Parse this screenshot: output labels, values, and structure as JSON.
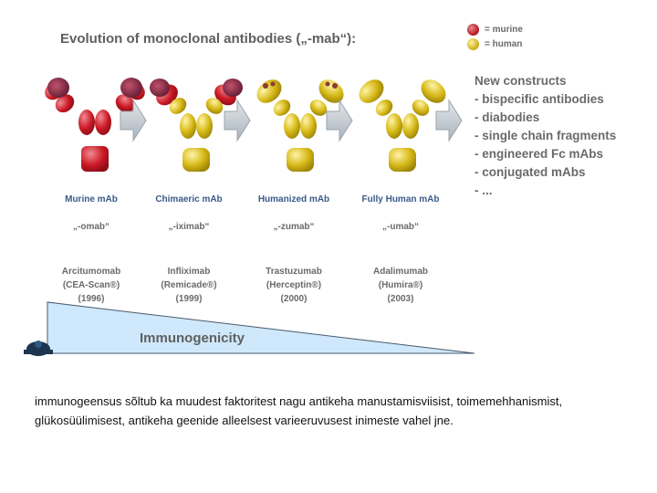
{
  "title": "Evolution of monoclonal antibodies („-mab“):",
  "legend": [
    {
      "label": "= murine",
      "color": "#c0131f"
    },
    {
      "label": "= human",
      "color": "#d4b515"
    }
  ],
  "columns": [
    {
      "name": "Murine mAb",
      "suffix": "„-omab“",
      "drug": "Arcitumomab",
      "brand": "(CEA-Scan®)",
      "year": "(1996)",
      "type": "murine"
    },
    {
      "name": "Chimaeric mAb",
      "suffix": "„-iximab“",
      "drug": "Infliximab",
      "brand": "(Remicade®)",
      "year": "(1999)",
      "type": "chimaeric"
    },
    {
      "name": "Humanized mAb",
      "suffix": "„-zumab“",
      "drug": "Trastuzumab",
      "brand": "(Herceptin®)",
      "year": "(2000)",
      "type": "humanized"
    },
    {
      "name": "Fully Human mAb",
      "suffix": "„-umab“",
      "drug": "Adalimumab",
      "brand": "(Humira®)",
      "year": "(2003)",
      "type": "human"
    }
  ],
  "constructs": {
    "heading": "New constructs",
    "items": [
      "- bispecific antibodies",
      "- diabodies",
      "- single chain fragments",
      "- engineered Fc mAbs",
      "- conjugated mAbs",
      "- ..."
    ]
  },
  "immunogenicity_label": "Immunogenicity",
  "caption": "immunogeensus sõltub ka muudest faktoritest nagu antikeha manustamisviisist, toimemehhanismist, glükosüülimisest, antikeha geenide alleelsest varieeruvusest inimeste vahel jne.",
  "colors": {
    "murine": "#c0131f",
    "human": "#d4b515",
    "arrow": "#a9b3bd",
    "wedge": "#cfe8fb",
    "label_blue": "#3a5a8a"
  }
}
